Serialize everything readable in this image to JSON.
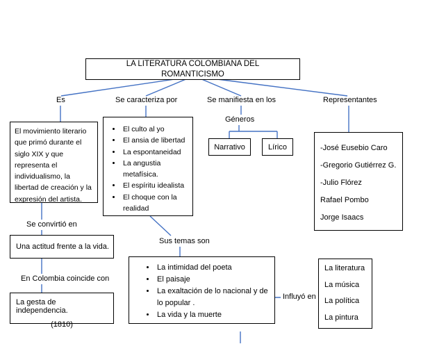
{
  "title": {
    "line1": "LA LITERATURA  COLOMBIANA DEL",
    "line2": "ROMANTICISMO"
  },
  "branches": {
    "es": "Es",
    "caracteriza": "Se caracteriza por",
    "manifiesta": "Se manifiesta en los",
    "representantes": "Representantes"
  },
  "movimiento": {
    "text": "El movimiento literario que primó durante el siglo XIX y que representa el individualismo, la libertad de creación y la expresión del  artista."
  },
  "caracteristicas": {
    "items": [
      "El culto al yo",
      "El ansia de libertad",
      "La espontaneidad",
      "La angustia metafísica.",
      "El espíritu idealista",
      "El choque con la realidad"
    ]
  },
  "generos": {
    "label": "Géneros",
    "narrativo": "Narrativo",
    "lirico": "Lírico"
  },
  "representantes": {
    "items": [
      "-José Eusebio Caro",
      "-Gregorio Gutiérrez G.",
      "-Julio Flórez",
      "Rafael Pombo",
      "Jorge Isaacs"
    ]
  },
  "convirtio": {
    "label": "Se convirtió en",
    "box": "Una actitud frente a la vida."
  },
  "colombia": {
    "label": "En Colombia coincide con",
    "line1": "La gesta de independencia.",
    "line2": "(1810)"
  },
  "temas": {
    "label": "Sus temas  son",
    "items": [
      "La intimidad del poeta",
      "El paisaje",
      "La exaltación de lo nacional y de lo popular .",
      "La vida y la muerte"
    ]
  },
  "influyo": {
    "label": "Influyó en",
    "items": [
      "La literatura",
      "La música",
      "La política",
      "La pintura"
    ]
  },
  "colors": {
    "connector": "#4472C4",
    "box_border": "#000000"
  }
}
